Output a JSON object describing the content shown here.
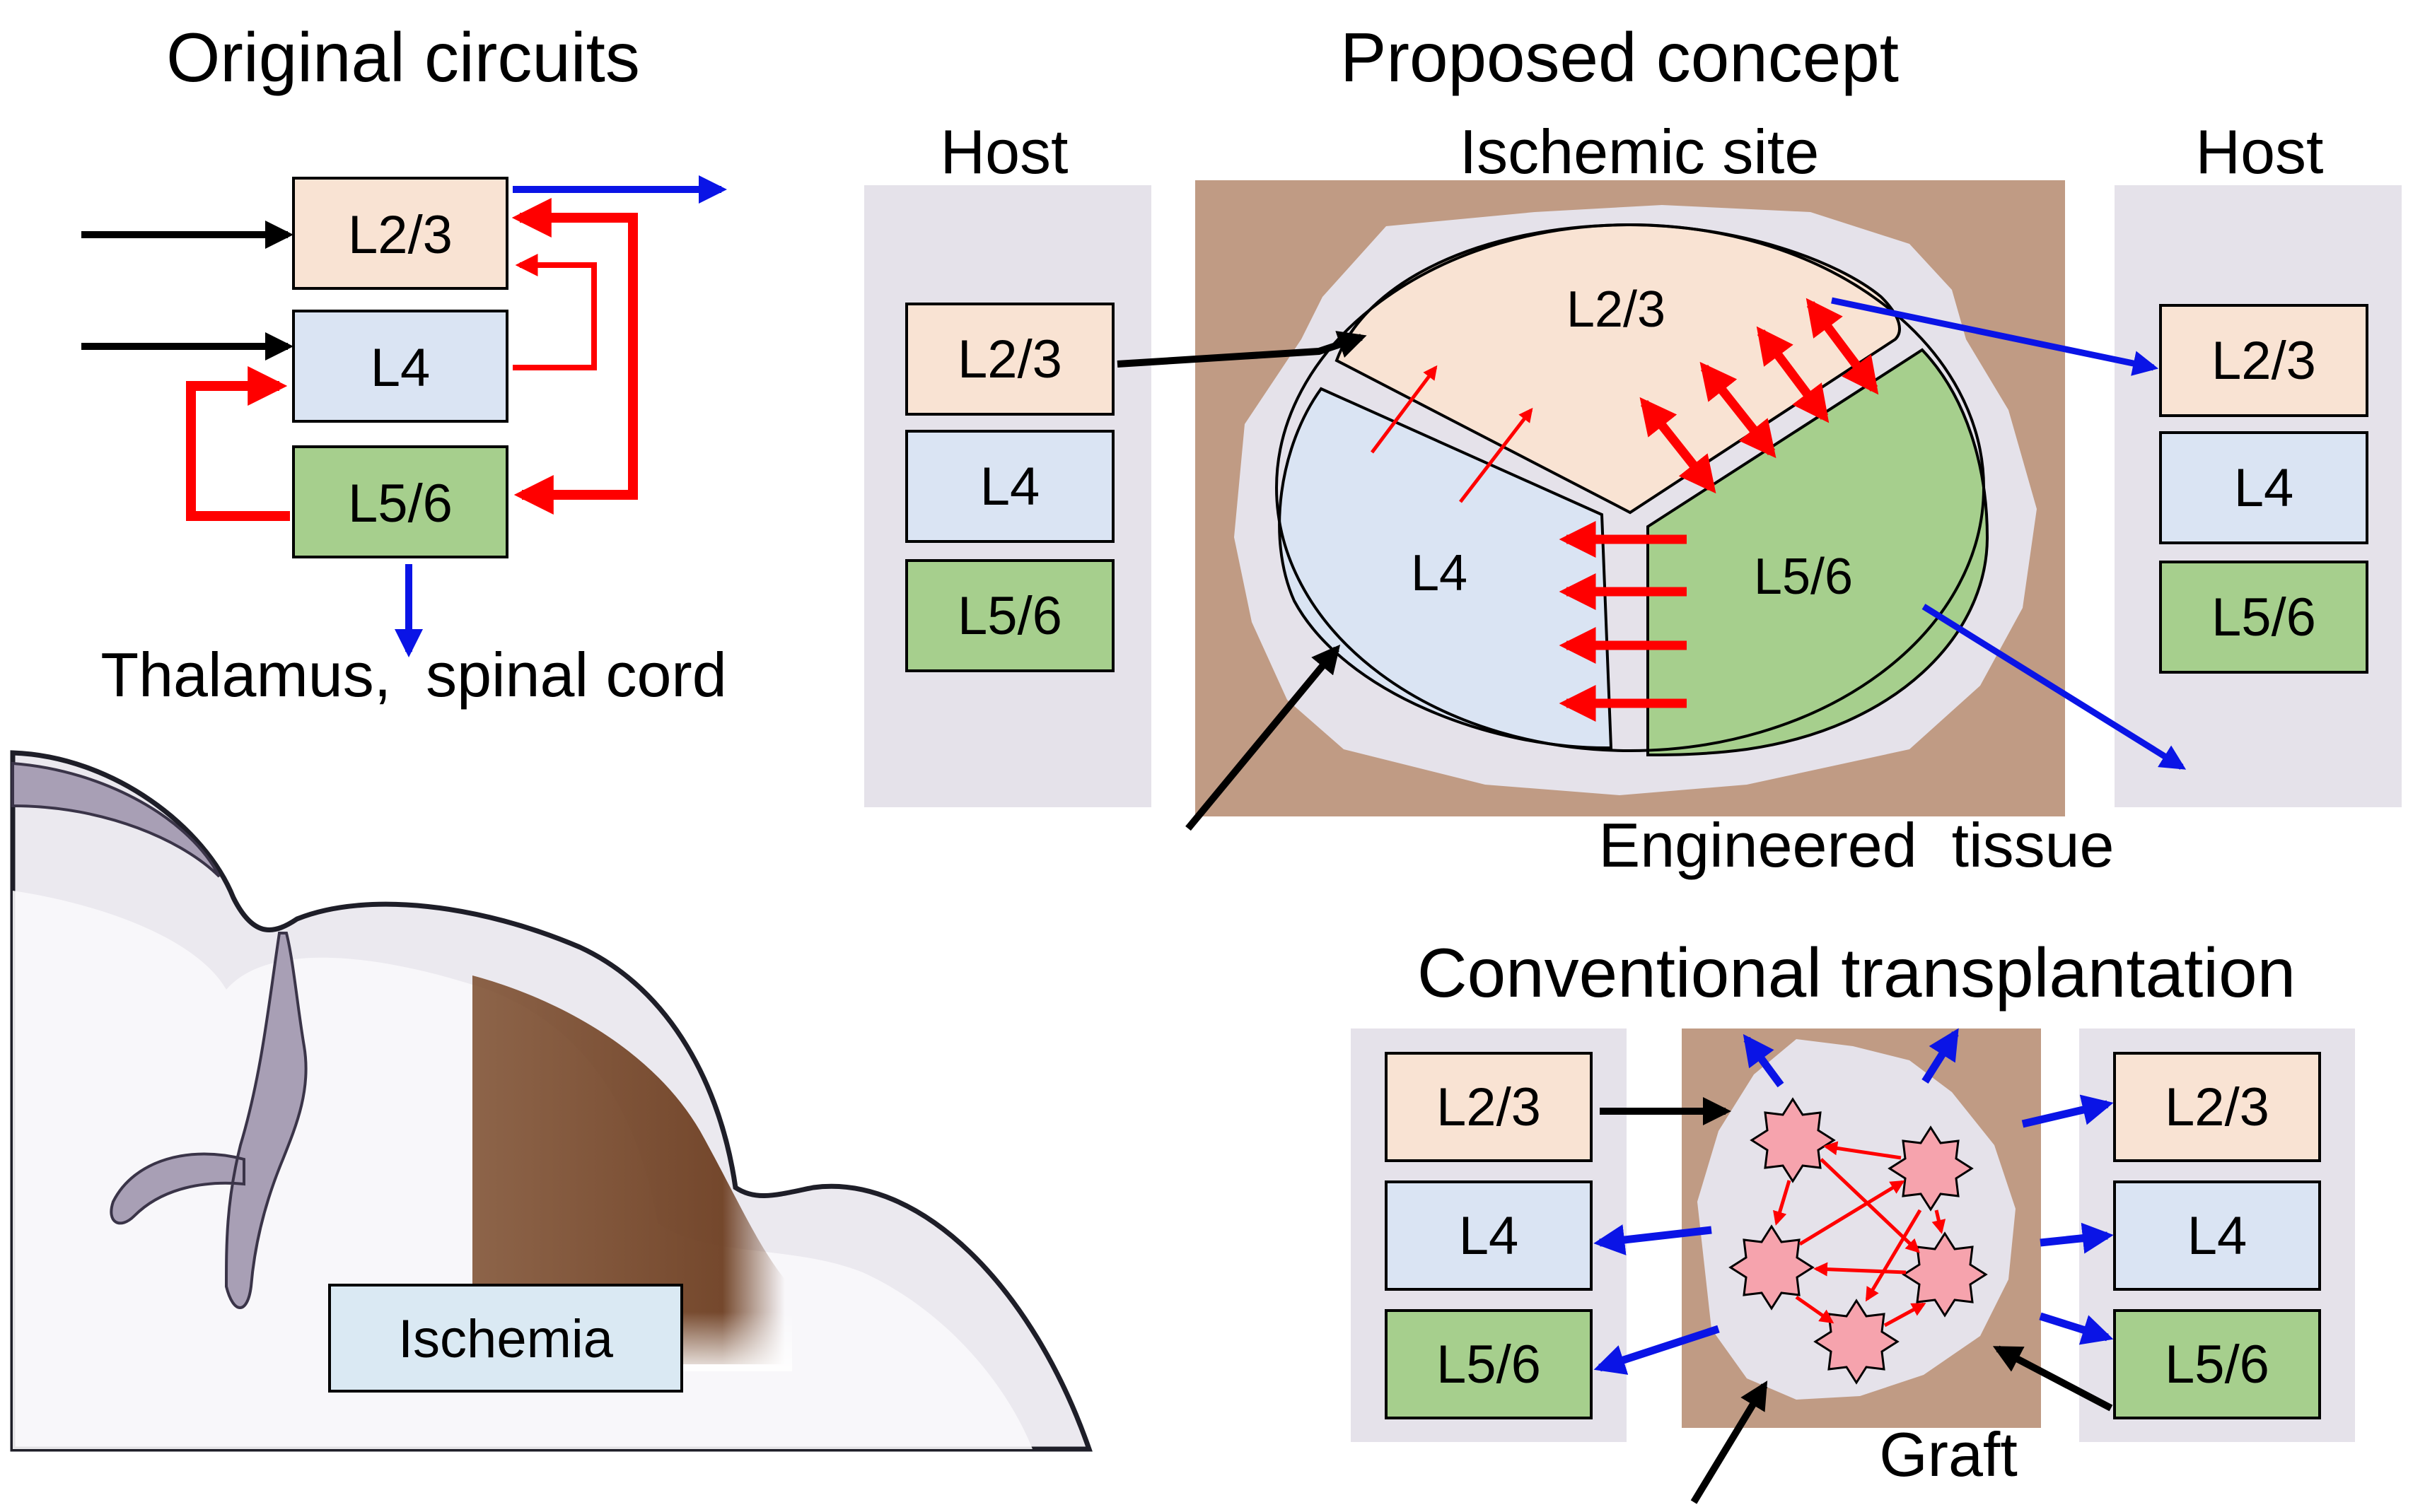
{
  "original": {
    "title": "Original circuits",
    "layers": [
      "L2/3",
      "L4",
      "L5/6"
    ],
    "output_label": "Thalamus,  spinal cord"
  },
  "brain": {
    "ischemia_label": "Ischemia"
  },
  "proposed": {
    "title": "Proposed concept",
    "host_left_label": "Host",
    "host_right_label": "Host",
    "site_label": "Ischemic site",
    "host_layers": [
      "L2/3",
      "L4",
      "L5/6"
    ],
    "tissue_layers": [
      "L2/3",
      "L4",
      "L5/6"
    ],
    "tissue_label": "Engineered  tissue"
  },
  "conventional": {
    "title": "Conventional transplantation",
    "host_layers": [
      "L2/3",
      "L4",
      "L5/6"
    ],
    "graft_label": "Graft"
  },
  "colors": {
    "l23": "#f9e3d3",
    "l4": "#dae4f3",
    "l56": "#a6cf8d",
    "host_bg": "#e5e2ea",
    "ischemic_brown": "#c09b84",
    "arrow_red": "#ff0000",
    "arrow_blue": "#0a14e6",
    "arrow_black": "#000000",
    "neuron_fill": "#f6a3ad"
  }
}
